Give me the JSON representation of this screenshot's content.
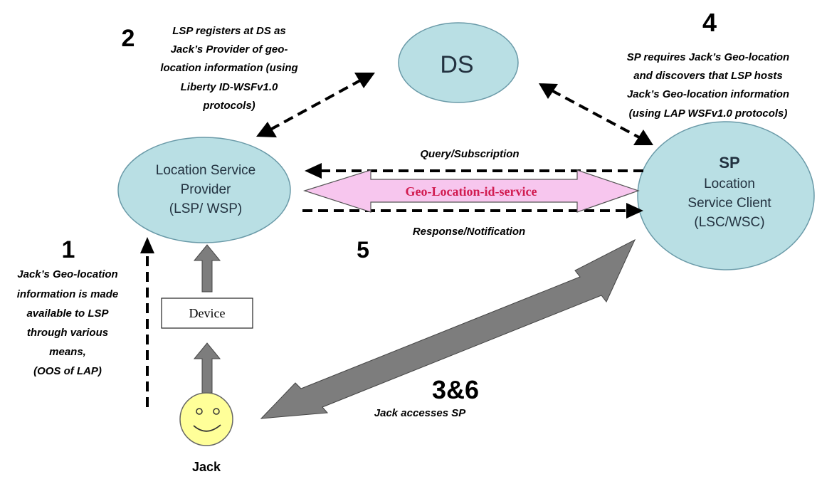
{
  "nodes": {
    "ds": {
      "label": "DS"
    },
    "lsp": {
      "lines": [
        "Location Service",
        "Provider",
        "(LSP/ WSP)"
      ]
    },
    "sp": {
      "title": "SP",
      "lines": [
        "Location",
        "Service Client",
        "(LSC/WSC)"
      ]
    },
    "device": {
      "label": "Device"
    },
    "jack": {
      "label": "Jack"
    }
  },
  "service_label": "Geo-Location-id-service",
  "edge_labels": {
    "query": "Query/Subscription",
    "response": "Response/Notification",
    "jack_access": "Jack accesses SP"
  },
  "steps": {
    "step1": {
      "number": "1",
      "lines": [
        "Jack’s Geo-location",
        "information is made",
        "available to LSP",
        "through various",
        "means,",
        "(OOS of LAP)"
      ]
    },
    "step2": {
      "number": "2",
      "lines": [
        "LSP registers at DS as",
        "Jack’s Provider of geo-",
        "location information (using",
        "Liberty ID-WSFv1.0",
        "protocols)"
      ]
    },
    "step4": {
      "number": "4",
      "lines": [
        "SP requires Jack’s Geo-location",
        "and discovers that LSP hosts",
        "Jack’s Geo-location information",
        "(using LAP WSFv1.0 protocols)"
      ]
    },
    "step5": {
      "number": "5"
    },
    "step36": {
      "number": "3&6"
    }
  },
  "colors": {
    "node_fill": "#b9dfe4",
    "node_stroke": "#6a9aa8",
    "service_fill": "#f7c6ee",
    "service_text": "#d11b50",
    "gray_arrow": "#7d7d7d",
    "smiley_fill": "#ffff99"
  },
  "icons": {
    "jack": "smiley-face-icon"
  }
}
